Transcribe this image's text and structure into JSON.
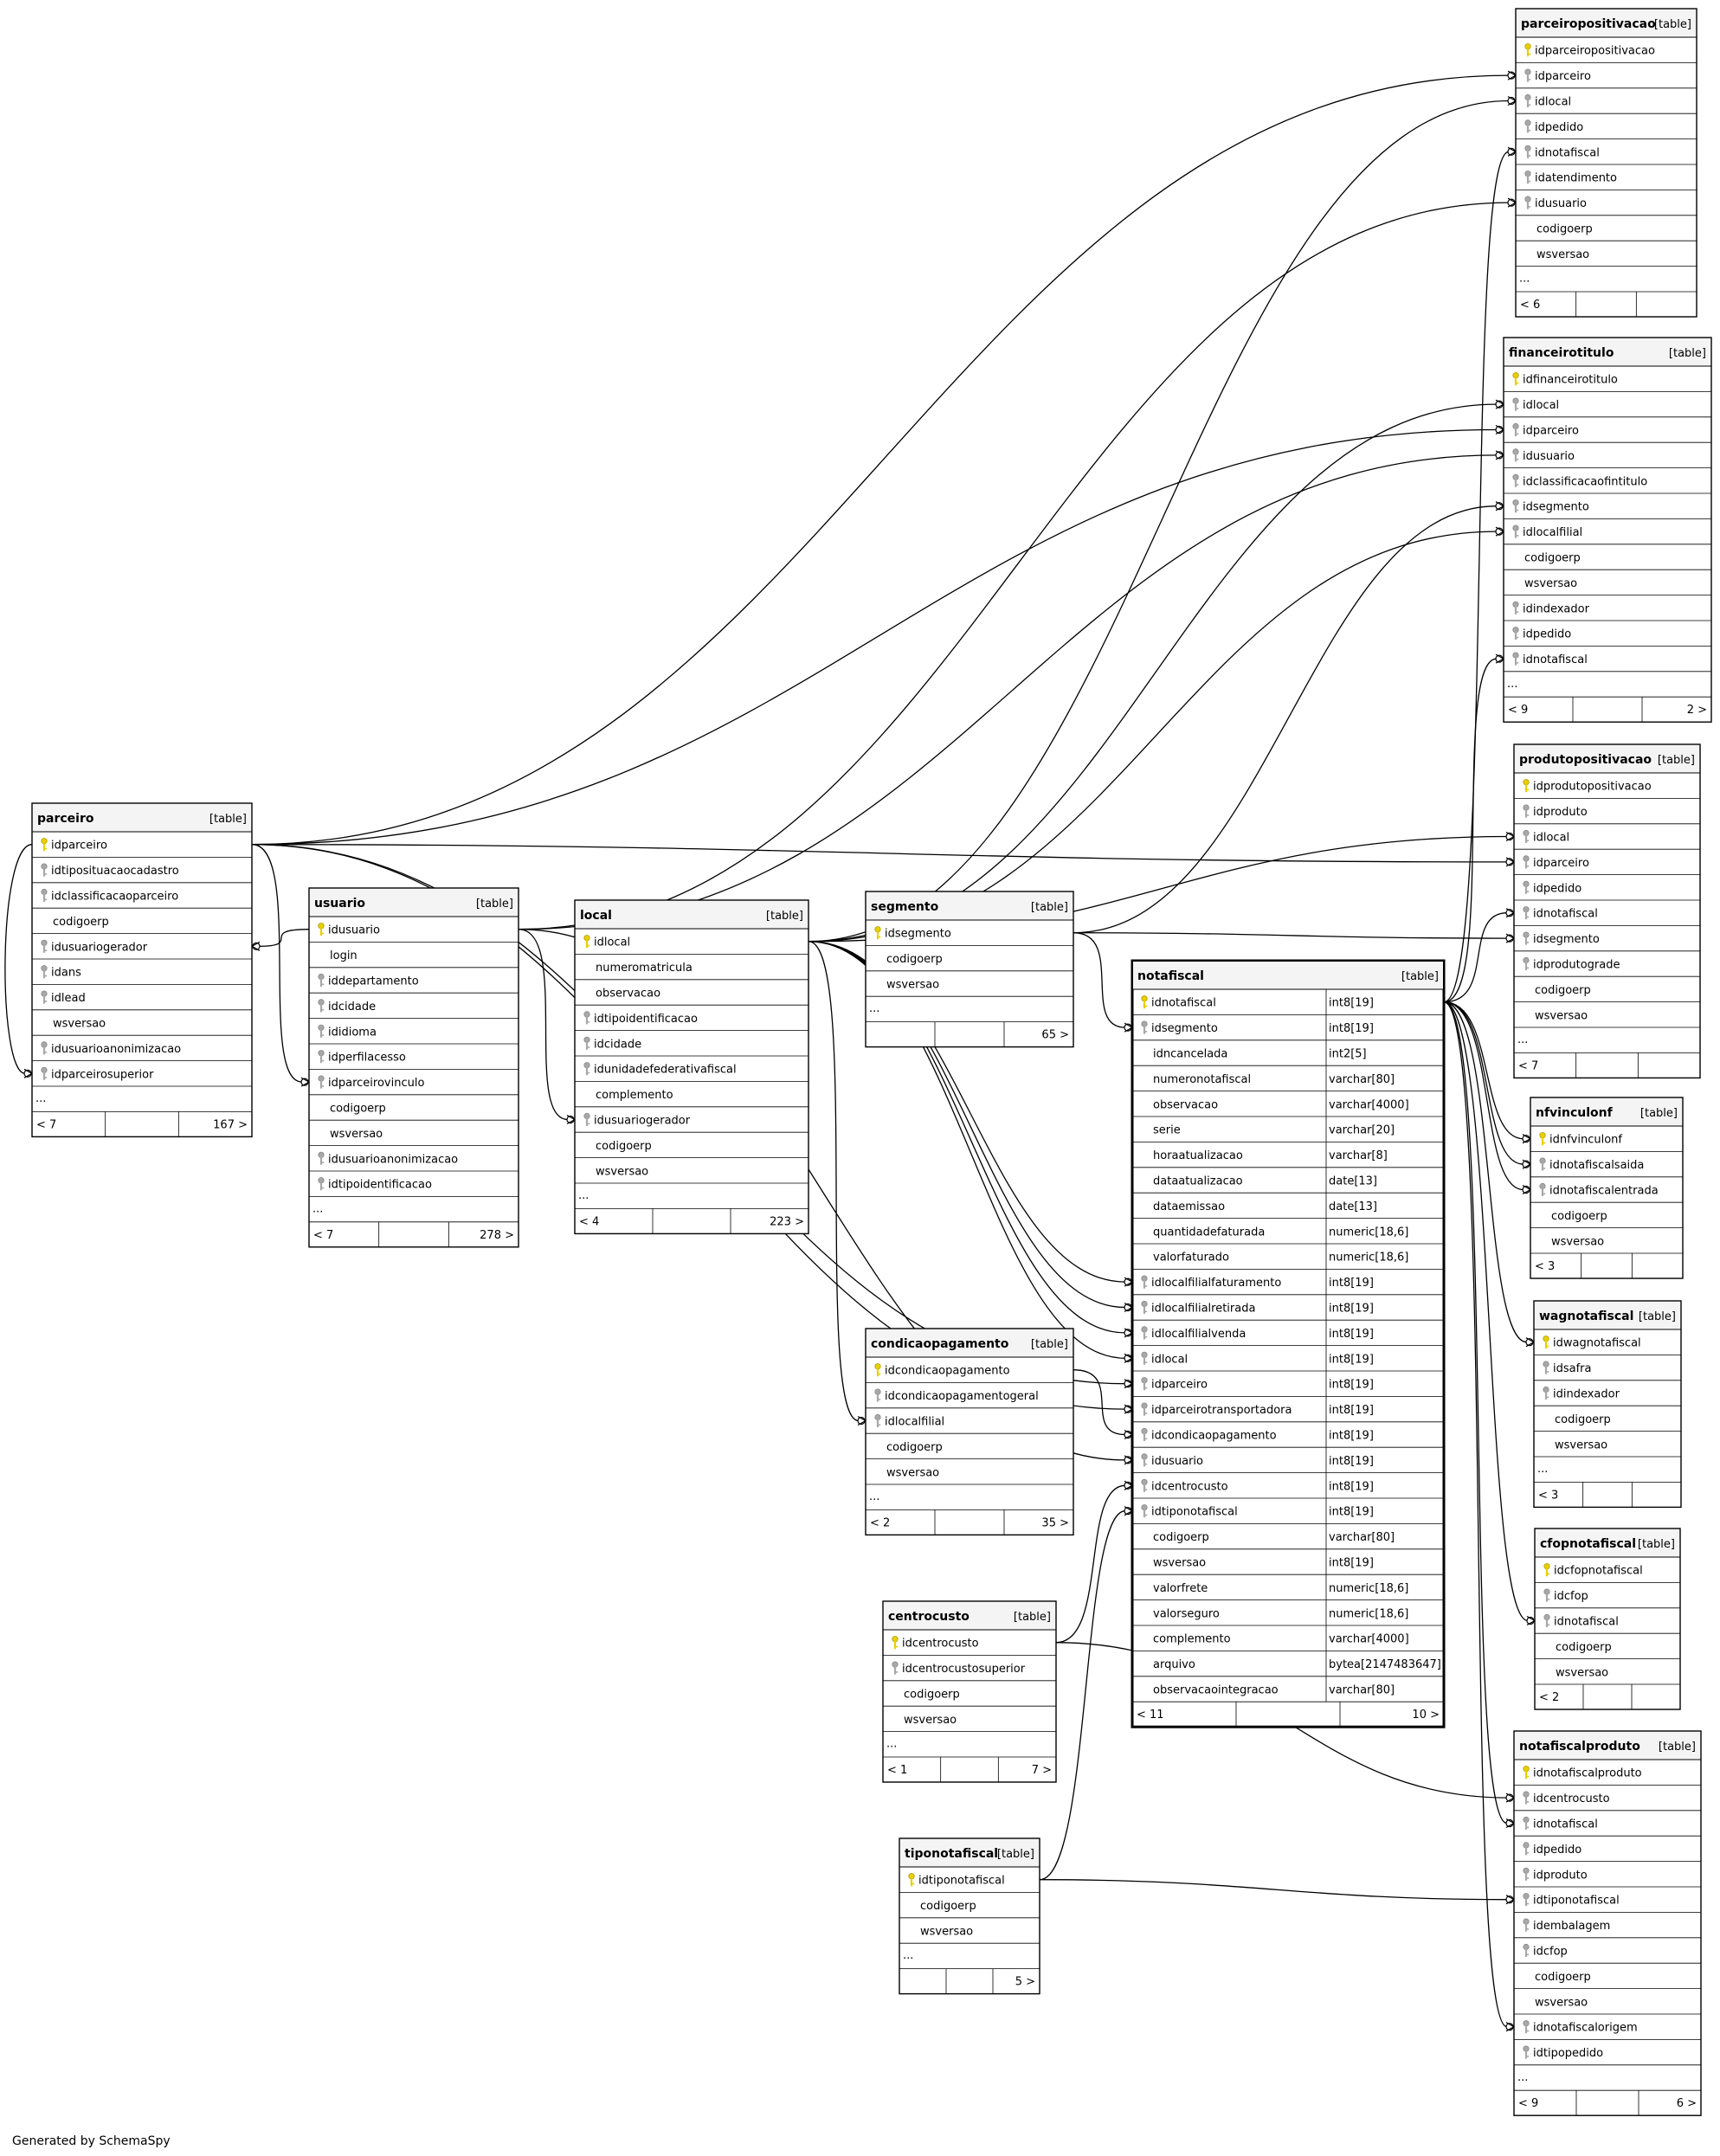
{
  "footer": "Generated by SchemaSpy",
  "table_tag": "[table]",
  "tables": [
    {
      "name": "parceiropositivacao",
      "columns": [
        {
          "name": "idparceiropositivacao",
          "key": "pk"
        },
        {
          "name": "idparceiro",
          "key": "fk"
        },
        {
          "name": "idlocal",
          "key": "fk"
        },
        {
          "name": "idpedido",
          "key": "fk"
        },
        {
          "name": "idnotafiscal",
          "key": "fk"
        },
        {
          "name": "idatendimento",
          "key": "fk"
        },
        {
          "name": "idusuario",
          "key": "fk"
        },
        {
          "name": "codigoerp",
          "key": ""
        },
        {
          "name": "wsversao",
          "key": ""
        }
      ],
      "more": "...",
      "footer": [
        "< 6",
        "",
        ""
      ]
    },
    {
      "name": "financeirotitulo",
      "columns": [
        {
          "name": "idfinanceirotitulo",
          "key": "pk"
        },
        {
          "name": "idlocal",
          "key": "fk"
        },
        {
          "name": "idparceiro",
          "key": "fk"
        },
        {
          "name": "idusuario",
          "key": "fk"
        },
        {
          "name": "idclassificacaofintitulo",
          "key": "fk"
        },
        {
          "name": "idsegmento",
          "key": "fk"
        },
        {
          "name": "idlocalfilial",
          "key": "fk"
        },
        {
          "name": "codigoerp",
          "key": ""
        },
        {
          "name": "wsversao",
          "key": ""
        },
        {
          "name": "idindexador",
          "key": "fk"
        },
        {
          "name": "idpedido",
          "key": "fk"
        },
        {
          "name": "idnotafiscal",
          "key": "fk"
        }
      ],
      "more": "...",
      "footer": [
        "< 9",
        "",
        "2 >"
      ]
    },
    {
      "name": "produtopositivacao",
      "columns": [
        {
          "name": "idprodutopositivacao",
          "key": "pk"
        },
        {
          "name": "idproduto",
          "key": "fk"
        },
        {
          "name": "idlocal",
          "key": "fk"
        },
        {
          "name": "idparceiro",
          "key": "fk"
        },
        {
          "name": "idpedido",
          "key": "fk"
        },
        {
          "name": "idnotafiscal",
          "key": "fk"
        },
        {
          "name": "idsegmento",
          "key": "fk"
        },
        {
          "name": "idprodutograde",
          "key": "fk"
        },
        {
          "name": "codigoerp",
          "key": ""
        },
        {
          "name": "wsversao",
          "key": ""
        }
      ],
      "more": "...",
      "footer": [
        "< 7",
        "",
        ""
      ]
    },
    {
      "name": "nfvinculonf",
      "columns": [
        {
          "name": "idnfvinculonf",
          "key": "pk"
        },
        {
          "name": "idnotafiscalsaida",
          "key": "fk"
        },
        {
          "name": "idnotafiscalentrada",
          "key": "fk"
        },
        {
          "name": "codigoerp",
          "key": ""
        },
        {
          "name": "wsversao",
          "key": ""
        }
      ],
      "more": "",
      "footer": [
        "< 3",
        "",
        ""
      ]
    },
    {
      "name": "wagnotafiscal",
      "columns": [
        {
          "name": "idwagnotafiscal",
          "key": "pk"
        },
        {
          "name": "idsafra",
          "key": "fk"
        },
        {
          "name": "idindexador",
          "key": "fk"
        },
        {
          "name": "codigoerp",
          "key": ""
        },
        {
          "name": "wsversao",
          "key": ""
        }
      ],
      "more": "...",
      "footer": [
        "< 3",
        "",
        ""
      ]
    },
    {
      "name": "cfopnotafiscal",
      "columns": [
        {
          "name": "idcfopnotafiscal",
          "key": "pk"
        },
        {
          "name": "idcfop",
          "key": "fk"
        },
        {
          "name": "idnotafiscal",
          "key": "fk"
        },
        {
          "name": "codigoerp",
          "key": ""
        },
        {
          "name": "wsversao",
          "key": ""
        }
      ],
      "more": "",
      "footer": [
        "< 2",
        "",
        ""
      ]
    },
    {
      "name": "notafiscalproduto",
      "columns": [
        {
          "name": "idnotafiscalproduto",
          "key": "pk"
        },
        {
          "name": "idcentrocusto",
          "key": "fk"
        },
        {
          "name": "idnotafiscal",
          "key": "fk"
        },
        {
          "name": "idpedido",
          "key": "fk"
        },
        {
          "name": "idproduto",
          "key": "fk"
        },
        {
          "name": "idtiponotafiscal",
          "key": "fk"
        },
        {
          "name": "idembalagem",
          "key": "fk"
        },
        {
          "name": "idcfop",
          "key": "fk"
        },
        {
          "name": "codigoerp",
          "key": ""
        },
        {
          "name": "wsversao",
          "key": ""
        },
        {
          "name": "idnotafiscalorigem",
          "key": "fk"
        },
        {
          "name": "idtipopedido",
          "key": "fk"
        }
      ],
      "more": "...",
      "footer": [
        "< 9",
        "",
        "6 >"
      ]
    },
    {
      "name": "parceiro",
      "columns": [
        {
          "name": "idparceiro",
          "key": "pk"
        },
        {
          "name": "idtiposituacaocadastro",
          "key": "fk"
        },
        {
          "name": "idclassificacaoparceiro",
          "key": "fk"
        },
        {
          "name": "codigoerp",
          "key": ""
        },
        {
          "name": "idusuariogerador",
          "key": "fk"
        },
        {
          "name": "idans",
          "key": "fk"
        },
        {
          "name": "idlead",
          "key": "fk"
        },
        {
          "name": "wsversao",
          "key": ""
        },
        {
          "name": "idusuarioanonimizacao",
          "key": "fk"
        },
        {
          "name": "idparceirosuperior",
          "key": "fk"
        }
      ],
      "more": "...",
      "footer": [
        "< 7",
        "",
        "167 >"
      ]
    },
    {
      "name": "usuario",
      "columns": [
        {
          "name": "idusuario",
          "key": "pk"
        },
        {
          "name": "login",
          "key": ""
        },
        {
          "name": "iddepartamento",
          "key": "fk"
        },
        {
          "name": "idcidade",
          "key": "fk"
        },
        {
          "name": "ididioma",
          "key": "fk"
        },
        {
          "name": "idperfilacesso",
          "key": "fk"
        },
        {
          "name": "idparceirovinculo",
          "key": "fk"
        },
        {
          "name": "codigoerp",
          "key": ""
        },
        {
          "name": "wsversao",
          "key": ""
        },
        {
          "name": "idusuarioanonimizacao",
          "key": "fk"
        },
        {
          "name": "idtipoidentificacao",
          "key": "fk"
        }
      ],
      "more": "...",
      "footer": [
        "< 7",
        "",
        "278 >"
      ]
    },
    {
      "name": "local",
      "columns": [
        {
          "name": "idlocal",
          "key": "pk"
        },
        {
          "name": "numeromatricula",
          "key": ""
        },
        {
          "name": "observacao",
          "key": ""
        },
        {
          "name": "idtipoidentificacao",
          "key": "fk"
        },
        {
          "name": "idcidade",
          "key": "fk"
        },
        {
          "name": "idunidadefederativafiscal",
          "key": "fk"
        },
        {
          "name": "complemento",
          "key": ""
        },
        {
          "name": "idusuariogerador",
          "key": "fk"
        },
        {
          "name": "codigoerp",
          "key": ""
        },
        {
          "name": "wsversao",
          "key": ""
        }
      ],
      "more": "...",
      "footer": [
        "< 4",
        "",
        "223 >"
      ]
    },
    {
      "name": "segmento",
      "columns": [
        {
          "name": "idsegmento",
          "key": "pk"
        },
        {
          "name": "codigoerp",
          "key": ""
        },
        {
          "name": "wsversao",
          "key": ""
        }
      ],
      "more": "...",
      "footer": [
        "",
        "",
        "65 >"
      ]
    },
    {
      "name": "condicaopagamento",
      "columns": [
        {
          "name": "idcondicaopagamento",
          "key": "pk"
        },
        {
          "name": "idcondicaopagamentogeral",
          "key": "fk"
        },
        {
          "name": "idlocalfilial",
          "key": "fk"
        },
        {
          "name": "codigoerp",
          "key": ""
        },
        {
          "name": "wsversao",
          "key": ""
        }
      ],
      "more": "...",
      "footer": [
        "< 2",
        "",
        "35 >"
      ]
    },
    {
      "name": "centrocusto",
      "columns": [
        {
          "name": "idcentrocusto",
          "key": "pk"
        },
        {
          "name": "idcentrocustosuperior",
          "key": "fk"
        },
        {
          "name": "codigoerp",
          "key": ""
        },
        {
          "name": "wsversao",
          "key": ""
        }
      ],
      "more": "...",
      "footer": [
        "< 1",
        "",
        "7 >"
      ]
    },
    {
      "name": "tiponotafiscal",
      "columns": [
        {
          "name": "idtiponotafiscal",
          "key": "pk"
        },
        {
          "name": "codigoerp",
          "key": ""
        },
        {
          "name": "wsversao",
          "key": ""
        }
      ],
      "more": "...",
      "footer": [
        "",
        "",
        "5 >"
      ]
    },
    {
      "name": "notafiscal",
      "columns": [
        {
          "name": "idnotafiscal",
          "type": "int8[19]",
          "key": "pk"
        },
        {
          "name": "idsegmento",
          "type": "int8[19]",
          "key": "fk"
        },
        {
          "name": "idncancelada",
          "type": "int2[5]",
          "key": ""
        },
        {
          "name": "numeronotafiscal",
          "type": "varchar[80]",
          "key": ""
        },
        {
          "name": "observacao",
          "type": "varchar[4000]",
          "key": ""
        },
        {
          "name": "serie",
          "type": "varchar[20]",
          "key": ""
        },
        {
          "name": "horaatualizacao",
          "type": "varchar[8]",
          "key": ""
        },
        {
          "name": "dataatualizacao",
          "type": "date[13]",
          "key": ""
        },
        {
          "name": "dataemissao",
          "type": "date[13]",
          "key": ""
        },
        {
          "name": "quantidadefaturada",
          "type": "numeric[18,6]",
          "key": ""
        },
        {
          "name": "valorfaturado",
          "type": "numeric[18,6]",
          "key": ""
        },
        {
          "name": "idlocalfilialfaturamento",
          "type": "int8[19]",
          "key": "fk"
        },
        {
          "name": "idlocalfilialretirada",
          "type": "int8[19]",
          "key": "fk"
        },
        {
          "name": "idlocalfilialvenda",
          "type": "int8[19]",
          "key": "fk"
        },
        {
          "name": "idlocal",
          "type": "int8[19]",
          "key": "fk"
        },
        {
          "name": "idparceiro",
          "type": "int8[19]",
          "key": "fk"
        },
        {
          "name": "idparceirotransportadora",
          "type": "int8[19]",
          "key": "fk"
        },
        {
          "name": "idcondicaopagamento",
          "type": "int8[19]",
          "key": "fk"
        },
        {
          "name": "idusuario",
          "type": "int8[19]",
          "key": "fk"
        },
        {
          "name": "idcentrocusto",
          "type": "int8[19]",
          "key": "fk"
        },
        {
          "name": "idtiponotafiscal",
          "type": "int8[19]",
          "key": "fk"
        },
        {
          "name": "codigoerp",
          "type": "varchar[80]",
          "key": ""
        },
        {
          "name": "wsversao",
          "type": "int8[19]",
          "key": ""
        },
        {
          "name": "valorfrete",
          "type": "numeric[18,6]",
          "key": ""
        },
        {
          "name": "valorseguro",
          "type": "numeric[18,6]",
          "key": ""
        },
        {
          "name": "complemento",
          "type": "varchar[4000]",
          "key": ""
        },
        {
          "name": "arquivo",
          "type": "bytea[2147483647]",
          "key": ""
        },
        {
          "name": "observacaointegracao",
          "type": "varchar[80]",
          "key": ""
        }
      ],
      "more": "",
      "footer": [
        "< 11",
        "",
        "10 >"
      ]
    }
  ],
  "relationships": [
    {
      "from": "notafiscal.idsegmento",
      "to": "segmento.idsegmento"
    },
    {
      "from": "notafiscal.idlocalfilialfaturamento",
      "to": "local.idlocal"
    },
    {
      "from": "notafiscal.idlocalfilialretirada",
      "to": "local.idlocal"
    },
    {
      "from": "notafiscal.idlocalfilialvenda",
      "to": "local.idlocal"
    },
    {
      "from": "notafiscal.idlocal",
      "to": "local.idlocal"
    },
    {
      "from": "notafiscal.idparceiro",
      "to": "parceiro.idparceiro"
    },
    {
      "from": "notafiscal.idparceirotransportadora",
      "to": "parceiro.idparceiro"
    },
    {
      "from": "notafiscal.idcondicaopagamento",
      "to": "condicaopagamento.idcondicaopagamento"
    },
    {
      "from": "notafiscal.idusuario",
      "to": "usuario.idusuario"
    },
    {
      "from": "notafiscal.idcentrocusto",
      "to": "centrocusto.idcentrocusto"
    },
    {
      "from": "notafiscal.idtiponotafiscal",
      "to": "tiponotafiscal.idtiponotafiscal"
    },
    {
      "from": "parceiro.idusuariogerador",
      "to": "usuario.idusuario"
    },
    {
      "from": "parceiro.idparceirosuperior",
      "to": "parceiro.idparceiro"
    },
    {
      "from": "usuario.idparceirovinculo",
      "to": "parceiro.idparceiro"
    },
    {
      "from": "local.idusuariogerador",
      "to": "usuario.idusuario"
    },
    {
      "from": "condicaopagamento.idlocalfilial",
      "to": "local.idlocal"
    },
    {
      "from": "parceiropositivacao.idparceiro",
      "to": "parceiro.idparceiro"
    },
    {
      "from": "parceiropositivacao.idlocal",
      "to": "local.idlocal"
    },
    {
      "from": "parceiropositivacao.idnotafiscal",
      "to": "notafiscal.idnotafiscal"
    },
    {
      "from": "parceiropositivacao.idusuario",
      "to": "usuario.idusuario"
    },
    {
      "from": "financeirotitulo.idlocal",
      "to": "local.idlocal"
    },
    {
      "from": "financeirotitulo.idparceiro",
      "to": "parceiro.idparceiro"
    },
    {
      "from": "financeirotitulo.idusuario",
      "to": "usuario.idusuario"
    },
    {
      "from": "financeirotitulo.idsegmento",
      "to": "segmento.idsegmento"
    },
    {
      "from": "financeirotitulo.idlocalfilial",
      "to": "local.idlocal"
    },
    {
      "from": "financeirotitulo.idnotafiscal",
      "to": "notafiscal.idnotafiscal"
    },
    {
      "from": "produtopositivacao.idlocal",
      "to": "local.idlocal"
    },
    {
      "from": "produtopositivacao.idparceiro",
      "to": "parceiro.idparceiro"
    },
    {
      "from": "produtopositivacao.idnotafiscal",
      "to": "notafiscal.idnotafiscal"
    },
    {
      "from": "produtopositivacao.idsegmento",
      "to": "segmento.idsegmento"
    },
    {
      "from": "nfvinculonf.idnfvinculonf",
      "to": "notafiscal.idnotafiscal"
    },
    {
      "from": "nfvinculonf.idnotafiscalsaida",
      "to": "notafiscal.idnotafiscal"
    },
    {
      "from": "nfvinculonf.idnotafiscalentrada",
      "to": "notafiscal.idnotafiscal"
    },
    {
      "from": "wagnotafiscal.idwagnotafiscal",
      "to": "notafiscal.idnotafiscal"
    },
    {
      "from": "cfopnotafiscal.idnotafiscal",
      "to": "notafiscal.idnotafiscal"
    },
    {
      "from": "notafiscalproduto.idcentrocusto",
      "to": "centrocusto.idcentrocusto"
    },
    {
      "from": "notafiscalproduto.idnotafiscal",
      "to": "notafiscal.idnotafiscal"
    },
    {
      "from": "notafiscalproduto.idtiponotafiscal",
      "to": "tiponotafiscal.idtiponotafiscal"
    },
    {
      "from": "notafiscalproduto.idnotafiscalorigem",
      "to": "notafiscal.idnotafiscal"
    }
  ]
}
